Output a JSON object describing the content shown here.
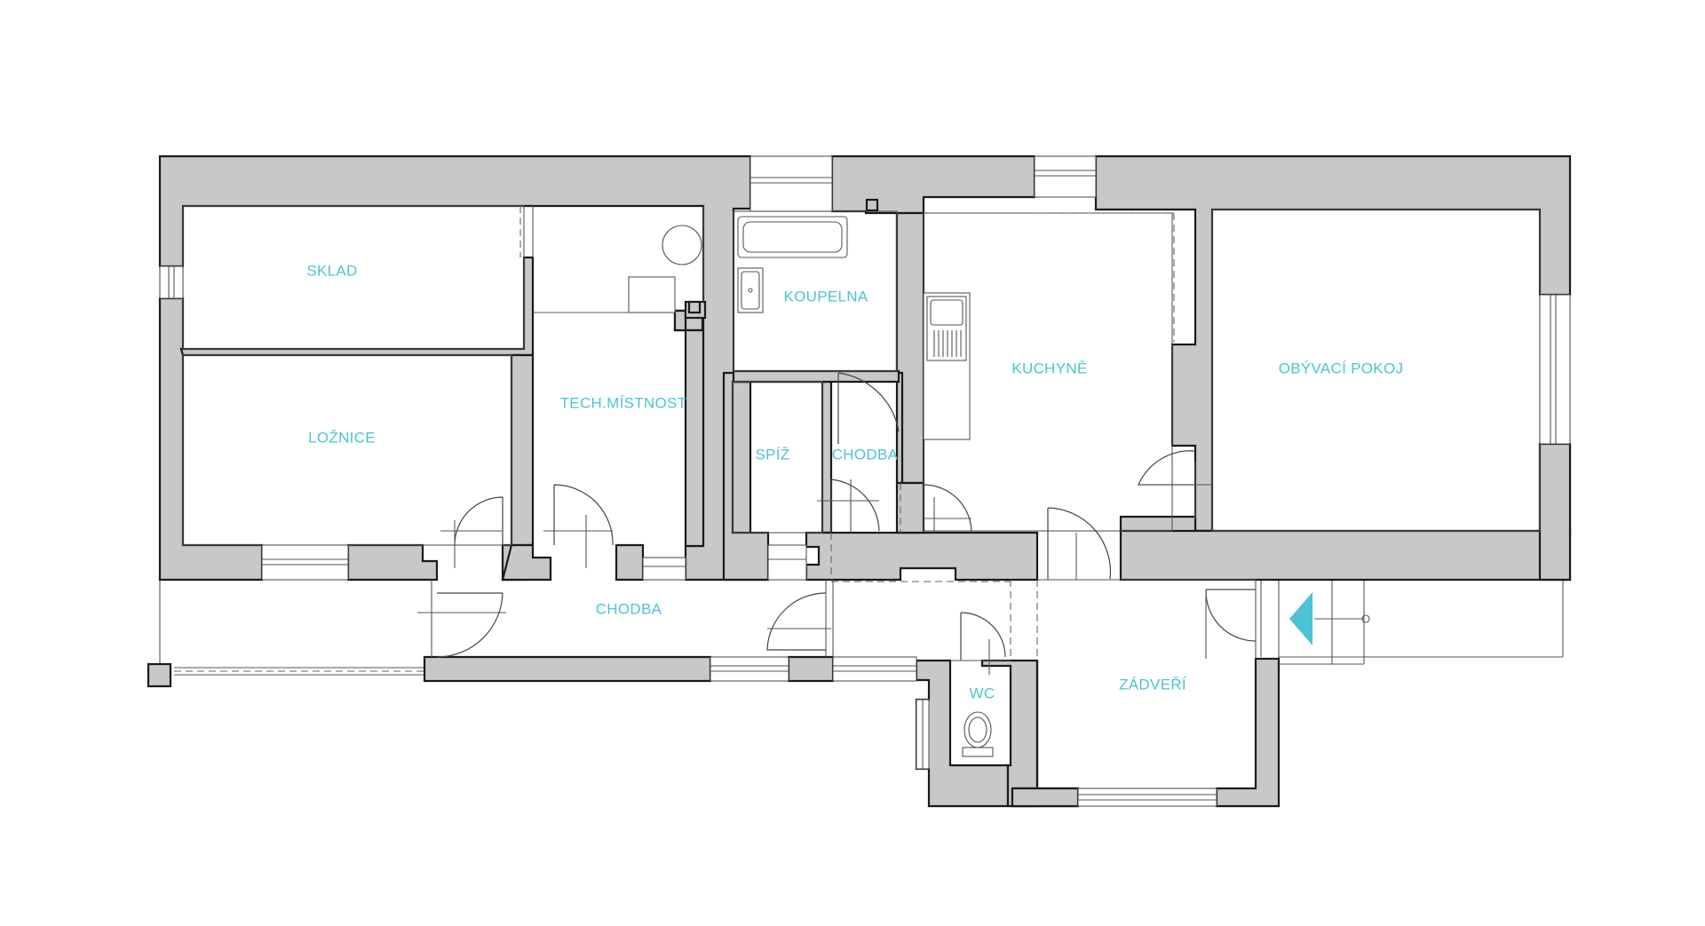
{
  "label_color": "#4cc3d6",
  "accent_color": "#4cc3d6",
  "wall_fill": "#c8c8c8",
  "rooms": {
    "sklad": "SKLAD",
    "loznice": "LOŽNICE",
    "tech": "TECH.MÍSTNOST",
    "koupelna": "KOUPELNA",
    "spiz": "SPÍŽ",
    "chodba_small": "CHODBA",
    "kuchyne": "KUCHYNĚ",
    "obyvaci": "OBÝVACÍ POKOJ",
    "chodba_main": "CHODBA",
    "wc": "WC",
    "zadveri": "ZÁDVEŘÍ"
  },
  "icons": {
    "entrance": "entrance-arrow-icon"
  }
}
